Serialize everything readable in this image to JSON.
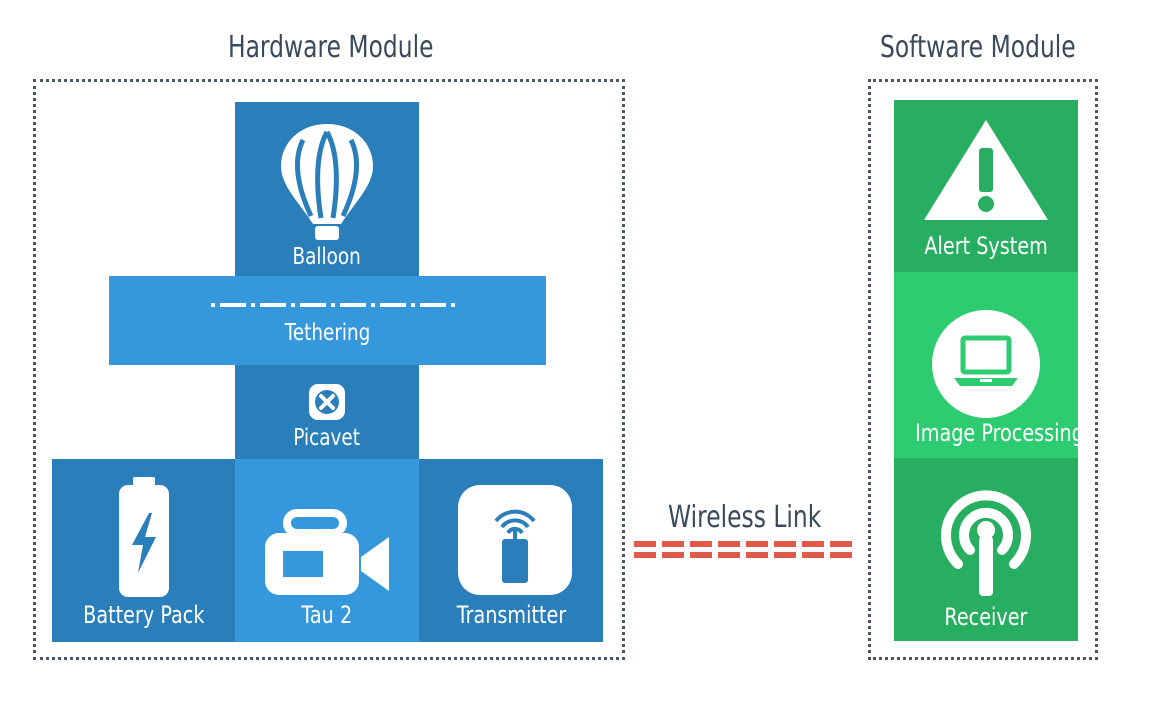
{
  "hardware": {
    "title": "Hardware Module",
    "balloon": "Balloon",
    "tethering": "Tethering",
    "picavet": "Picavet",
    "battery": "Battery Pack",
    "camera": "Tau 2",
    "transmitter": "Transmitter"
  },
  "link": {
    "label": "Wireless Link"
  },
  "software": {
    "title": "Software Module",
    "alert": "Alert System",
    "image": "Image Processing",
    "receiver": "Receiver"
  },
  "colors": {
    "dark_blue": "#2a7fba",
    "light_blue": "#3598dc",
    "dark_green": "#27ae60",
    "light_green": "#2ecc71",
    "link_red": "#e05a4a",
    "frame": "#4c5667"
  },
  "icons": [
    "balloon-icon",
    "tether-line-icon",
    "picavet-icon",
    "battery-icon",
    "video-camera-icon",
    "transmitter-icon",
    "warning-icon",
    "laptop-icon",
    "antenna-icon"
  ]
}
